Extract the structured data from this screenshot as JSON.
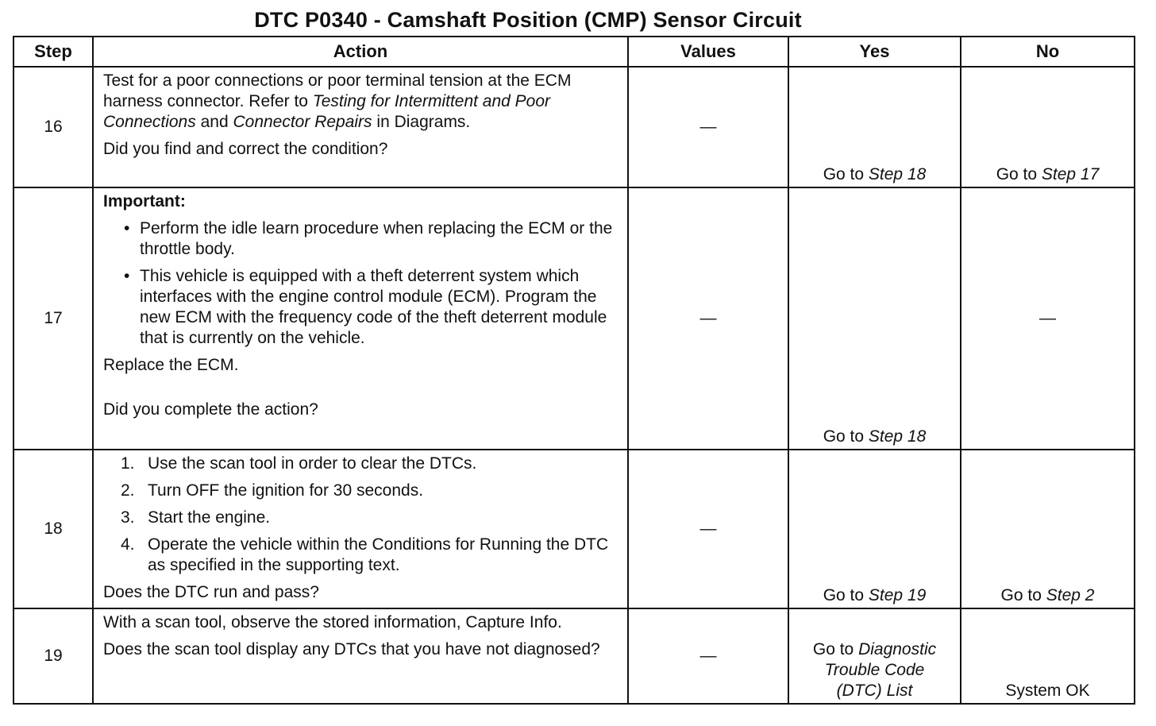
{
  "title": "DTC P0340 - Camshaft Position (CMP) Sensor Circuit",
  "headers": {
    "step": "Step",
    "action": "Action",
    "values": "Values",
    "yes": "Yes",
    "no": "No"
  },
  "rows": [
    {
      "step": "16",
      "action": {
        "p1_a": "Test for a poor connections or poor terminal tension at the ECM harness connector. Refer to ",
        "p1_b": "Testing for Intermittent and Poor Connections",
        "p1_c": " and ",
        "p1_d": "Connector Repairs",
        "p1_e": " in Diagrams.",
        "question": "Did you find and correct the condition?"
      },
      "values": "—",
      "yes_prefix": "Go to ",
      "yes_ref": "Step 18",
      "no_prefix": "Go to ",
      "no_ref": "Step 17"
    },
    {
      "step": "17",
      "action": {
        "important": "Important:",
        "bullets": [
          "Perform the idle learn procedure when replacing the ECM or the throttle body.",
          "This vehicle is equipped with a theft deterrent system which interfaces with the engine control module (ECM). Program the new ECM with the frequency code of the theft deterrent module that is currently on the vehicle."
        ],
        "instruction": "Replace the ECM.",
        "question": "Did you complete the action?"
      },
      "values": "—",
      "yes_prefix": "Go to ",
      "yes_ref": "Step 18",
      "no": "—"
    },
    {
      "step": "18",
      "action": {
        "steps": [
          {
            "n": "1.",
            "text": "Use the scan tool in order to clear the DTCs."
          },
          {
            "n": "2.",
            "text": "Turn OFF the ignition for 30 seconds."
          },
          {
            "n": "3.",
            "text": "Start the engine."
          },
          {
            "n": "4.",
            "text": "Operate the vehicle within the Conditions for Running the DTC as specified in the supporting text."
          }
        ],
        "question": "Does the DTC run and pass?"
      },
      "values": "—",
      "yes_prefix": "Go to ",
      "yes_ref": "Step 19",
      "no_prefix": "Go to ",
      "no_ref": "Step 2"
    },
    {
      "step": "19",
      "action": {
        "p1": "With a scan tool, observe the stored information, Capture Info.",
        "question": "Does the scan tool display any DTCs that you have not diagnosed?"
      },
      "values": "—",
      "yes_prefix": "Go to ",
      "yes_ref": "Diagnostic Trouble Code (DTC) List",
      "no": "System OK"
    }
  ]
}
